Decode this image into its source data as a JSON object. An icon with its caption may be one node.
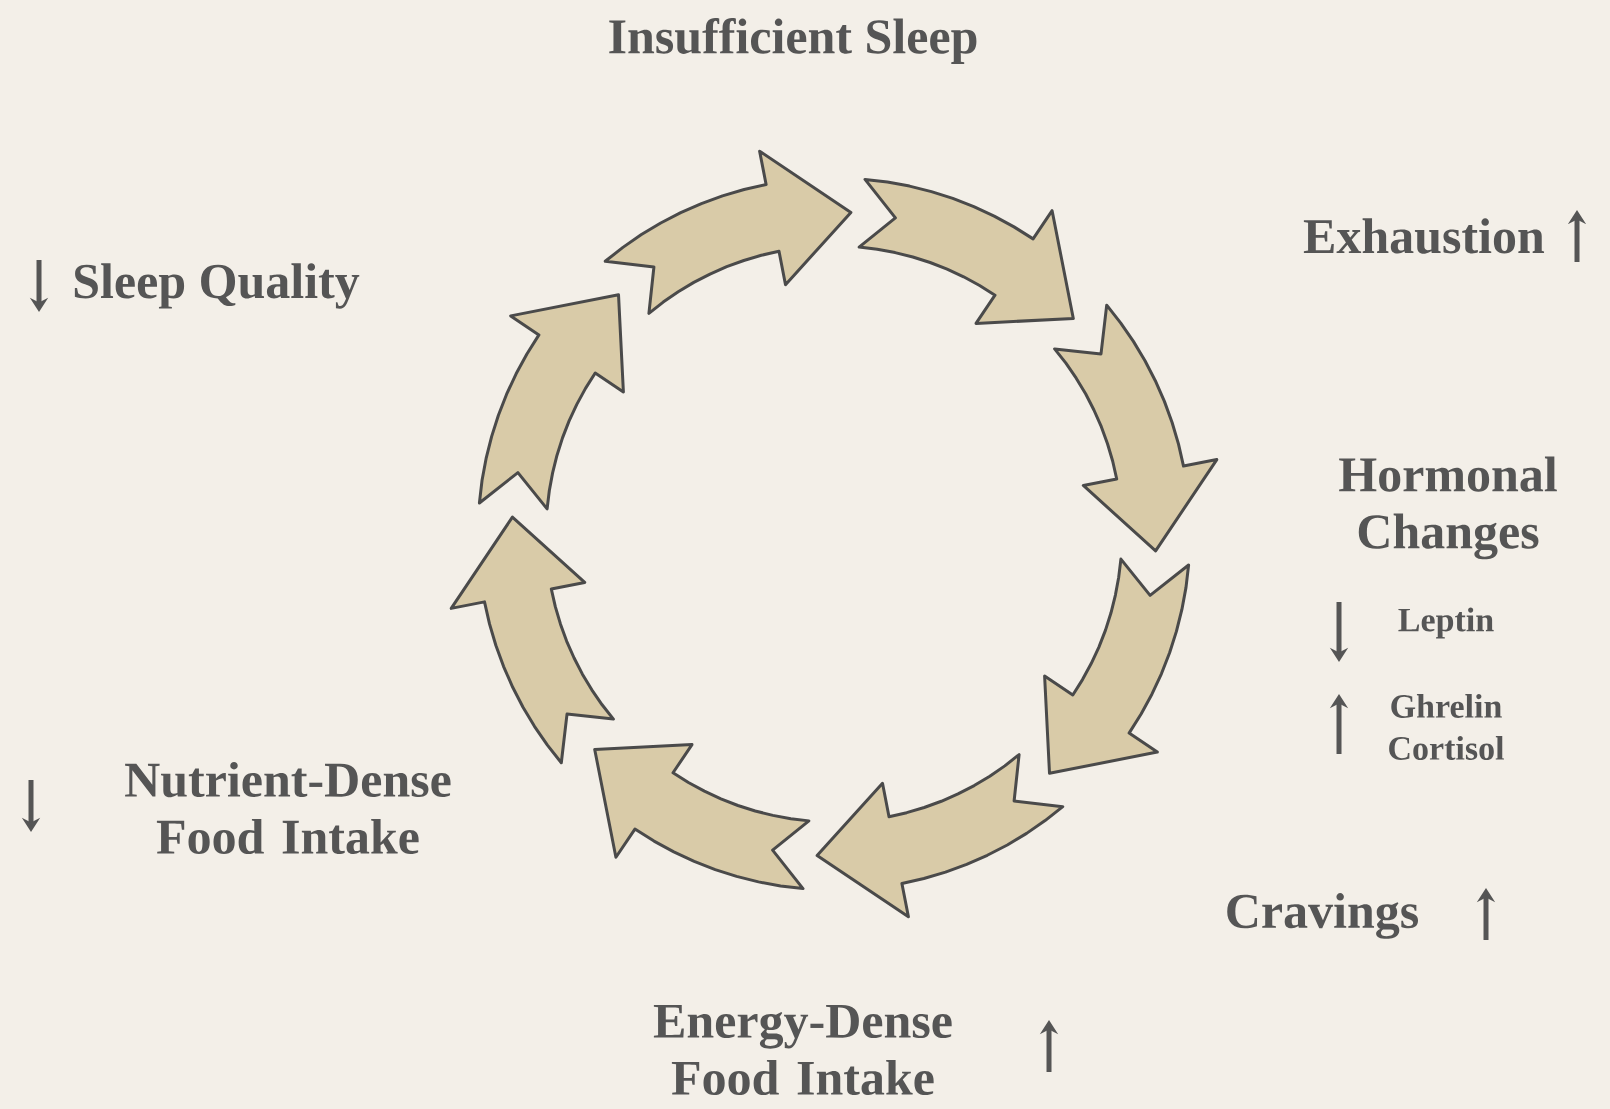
{
  "diagram": {
    "labels": [
      "Insufficient Sleep",
      "Exhaustion",
      "Sleep Quality",
      "Hormonal Changes",
      "Leptin",
      "Ghrelin",
      "Cortisol",
      "Nutrient-Dense Food Intake",
      "Cravings",
      "Energy-Dense Food Intake"
    ]
  }
}
